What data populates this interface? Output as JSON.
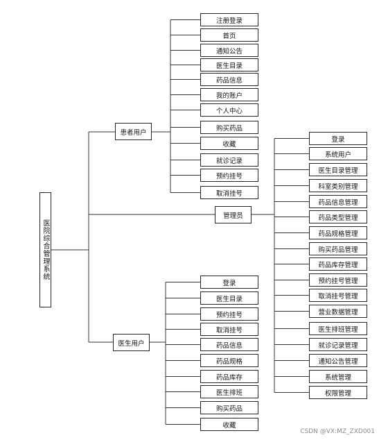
{
  "root": {
    "label": "医院综合管理系统"
  },
  "groups": [
    {
      "id": "patient",
      "label": "患者用户",
      "children": [
        "注册登录",
        "首页",
        "通知公告",
        "医生目录",
        "药品信息",
        "我的账户",
        "个人中心",
        "购买药品",
        "收藏",
        "就诊记录",
        "预约挂号",
        "取消挂号"
      ]
    },
    {
      "id": "admin",
      "label": "管理员",
      "children": [
        "登录",
        "系统用户",
        "医生目录管理",
        "科室类别管理",
        "药品信息管理",
        "药品类型管理",
        "药品规格管理",
        "购买药品管理",
        "药品库存管理",
        "预约挂号管理",
        "取消挂号管理",
        "营业数据管理",
        "医生排班管理",
        "就诊记录管理",
        "通知公告管理",
        "系统管理",
        "权限管理"
      ]
    },
    {
      "id": "doctor",
      "label": "医生用户",
      "children": [
        "登录",
        "医生目录",
        "预约挂号",
        "取消挂号",
        "药品信息",
        "药品规格",
        "药品库存",
        "医生排班",
        "购买药品",
        "收藏"
      ]
    }
  ],
  "watermark": "CSDN @VX:MZ_ZXD001"
}
